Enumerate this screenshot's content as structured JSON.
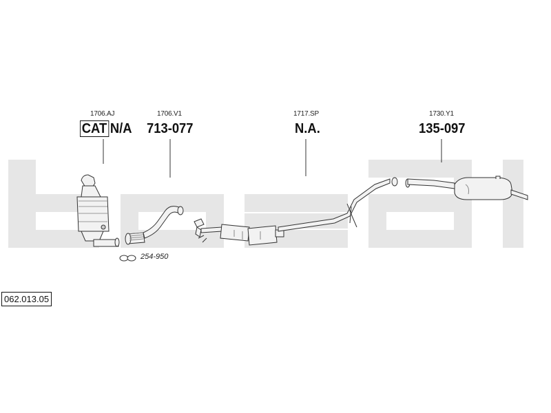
{
  "brand": {
    "logo_text": "bosal",
    "logo_color": "#e6e6e6"
  },
  "diagram_ref": "062.013.05",
  "parts": [
    {
      "code": "1706.AJ",
      "tag": "CAT",
      "number": "N/A"
    },
    {
      "code": "1706.V1",
      "number": "713-077"
    },
    {
      "code": "1717.SP",
      "number": "N.A."
    },
    {
      "code": "1730.Y1",
      "number": "135-097"
    }
  ],
  "gasket": {
    "number": "254-950"
  },
  "colors": {
    "line": "#333333",
    "part_fill": "#f2f2f2",
    "part_shade": "#d0d0d0"
  }
}
